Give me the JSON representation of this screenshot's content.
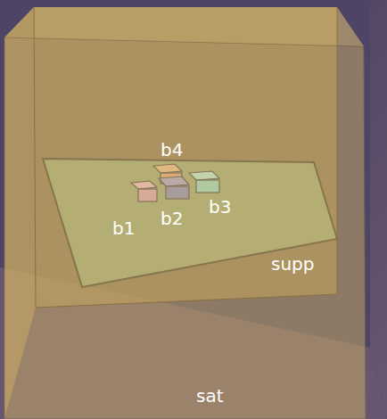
{
  "diagram": {
    "labels": [
      "b4",
      "b1",
      "b2",
      "b3",
      "supp",
      "sat"
    ]
  }
}
